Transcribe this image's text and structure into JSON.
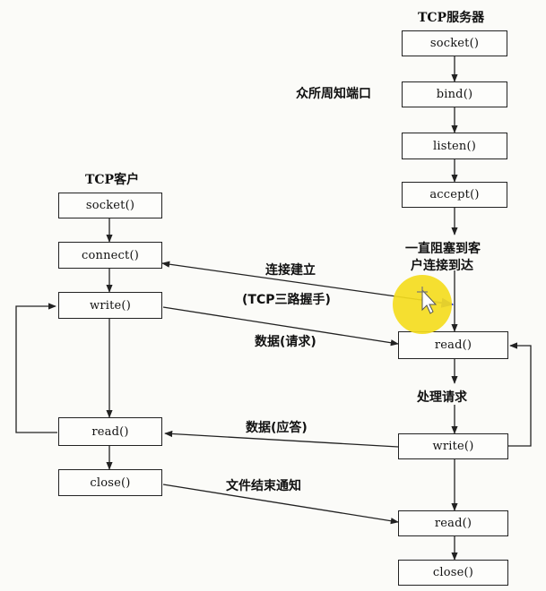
{
  "server": {
    "title": "TCP服务器",
    "socket": "socket()",
    "bind": "bind()",
    "listen": "listen()",
    "accept": "accept()",
    "read1": "read()",
    "write": "write()",
    "read2": "read()",
    "close": "close()"
  },
  "client": {
    "title": "TCP客户",
    "socket": "socket()",
    "connect": "connect()",
    "write": "write()",
    "read": "read()",
    "close": "close()"
  },
  "labels": {
    "well_known_port": "众所周知端口",
    "block_line1": "一直阻塞到客",
    "block_line2": "户连接到达",
    "conn_established": "连接建立",
    "three_way": "(TCP三路握手)",
    "data_request": "数据(请求)",
    "process_request": "处理请求",
    "data_reply": "数据(应答)",
    "eof_notify": "文件结束通知"
  },
  "colors": {
    "line": "#222222",
    "highlight": "#f4dc1e",
    "connect_line": "#2a3bd0"
  }
}
